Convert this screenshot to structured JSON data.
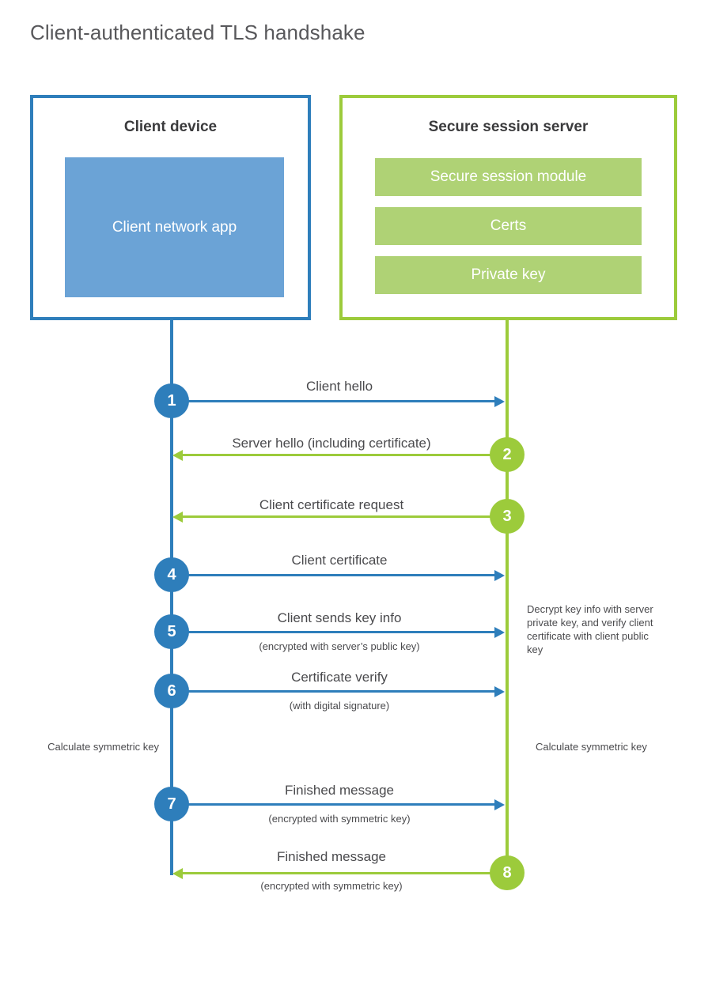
{
  "title": "Client-authenticated TLS handshake",
  "colors": {
    "client_blue": "#2e7ebb",
    "client_app_blue": "#6ba3d6",
    "server_green": "#9ccb3b",
    "server_module_green": "#afd275",
    "title_gray": "#58585b",
    "text_gray": "#4a4a4d",
    "heading_gray": "#3b3b3d",
    "background": "#ffffff"
  },
  "participants": {
    "client": {
      "title": "Client device",
      "blocks": [
        {
          "label": "Client network app"
        }
      ]
    },
    "server": {
      "title": "Secure session server",
      "blocks": [
        {
          "label": "Secure session module"
        },
        {
          "label": "Certs"
        },
        {
          "label": "Private key"
        }
      ]
    }
  },
  "steps": [
    {
      "number": "1",
      "origin": "client",
      "direction": "to-server",
      "label": "Client hello",
      "sublabel": ""
    },
    {
      "number": "2",
      "origin": "server",
      "direction": "to-client",
      "label": "Server hello (including certificate)",
      "sublabel": ""
    },
    {
      "number": "3",
      "origin": "server",
      "direction": "to-client",
      "label": "Client certificate request",
      "sublabel": ""
    },
    {
      "number": "4",
      "origin": "client",
      "direction": "to-server",
      "label": "Client certificate",
      "sublabel": ""
    },
    {
      "number": "5",
      "origin": "client",
      "direction": "to-server",
      "label": "Client sends key info",
      "sublabel": "(encrypted with server’s public key)"
    },
    {
      "number": "6",
      "origin": "client",
      "direction": "to-server",
      "label": "Certificate verify",
      "sublabel": "(with digital signature)"
    },
    {
      "number": "7",
      "origin": "client",
      "direction": "to-server",
      "label": "Finished message",
      "sublabel": "(encrypted with symmetric key)"
    },
    {
      "number": "8",
      "origin": "server",
      "direction": "to-client",
      "label": "Finished message",
      "sublabel": "(encrypted with symmetric key)"
    }
  ],
  "notes": {
    "server_decrypt": "Decrypt key info with server private key, and verify client certificate with client public key",
    "client_calculate": "Calculate symmetric key",
    "server_calculate": "Calculate symmetric key"
  }
}
